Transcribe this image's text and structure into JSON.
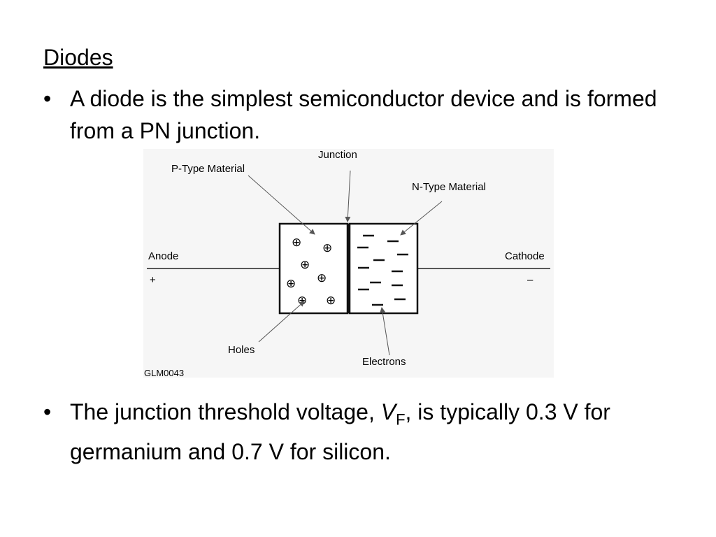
{
  "slide": {
    "title": "Diodes",
    "bullet_char": "•",
    "bullet1": "A diode is the simplest semiconductor device and is formed from a PN junction.",
    "bullet2_pre": "The junction threshold voltage, ",
    "bullet2_var": "V",
    "bullet2_sub": "F",
    "bullet2_post": ", is typically 0.3 V for germanium and 0.7 V for silicon."
  },
  "diagram": {
    "junction": "Junction",
    "p_type": "P-Type Material",
    "n_type": "N-Type Material",
    "anode": "Anode",
    "anode_sign": "+",
    "cathode": "Cathode",
    "cathode_sign": "–",
    "holes": "Holes",
    "electrons": "Electrons",
    "figure_id": "GLM0043",
    "hole_symbol": "⊕"
  }
}
